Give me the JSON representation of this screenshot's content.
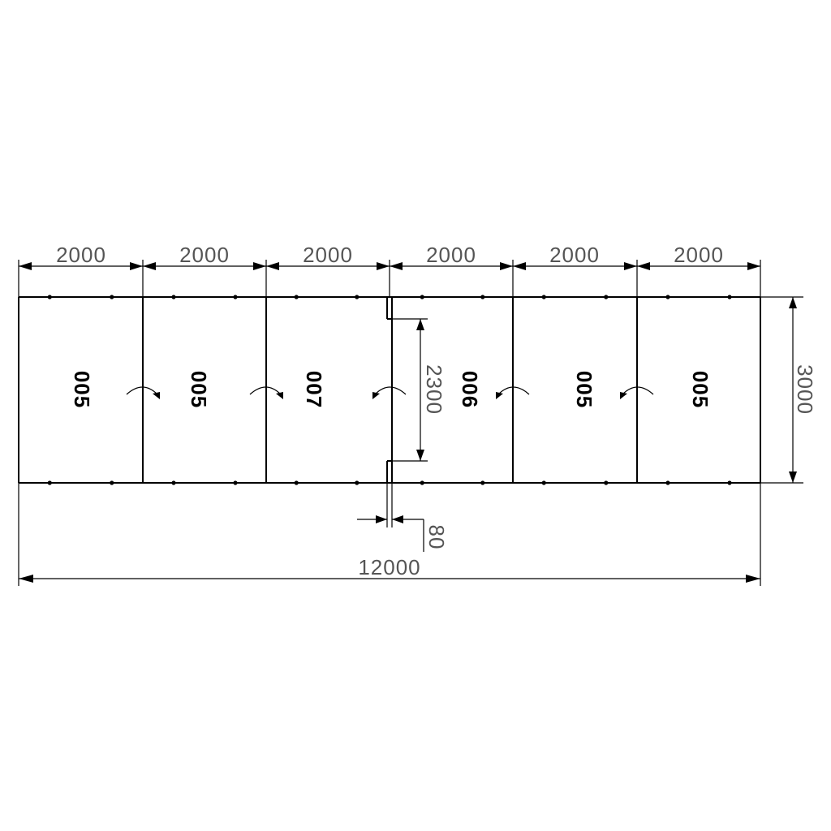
{
  "dimensions": {
    "segment_widths": [
      "2000",
      "2000",
      "2000",
      "2000",
      "2000",
      "2000"
    ],
    "total_width": "12000",
    "height": "3000",
    "opening_height": "2300",
    "gap_width": "80"
  },
  "panels": [
    {
      "code": "005",
      "swing": "right"
    },
    {
      "code": "005",
      "swing": "right"
    },
    {
      "code": "007",
      "swing": "right"
    },
    {
      "code": "006",
      "swing": "left"
    },
    {
      "code": "005",
      "swing": "left"
    },
    {
      "code": "005",
      "swing": "left"
    }
  ],
  "colors": {
    "line": "#000000",
    "dimension_text": "#555555"
  }
}
